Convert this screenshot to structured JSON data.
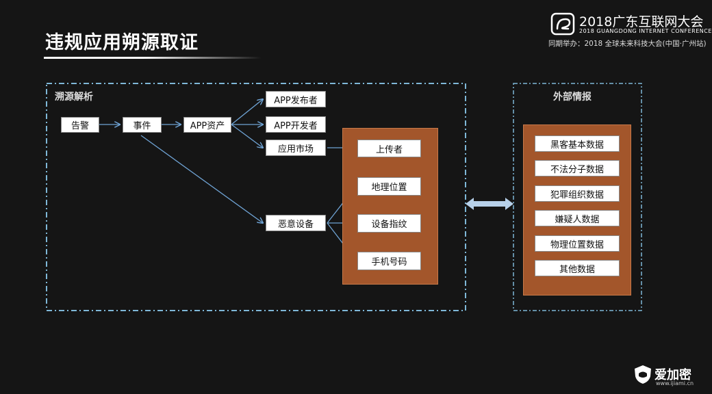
{
  "slide": {
    "title": "违规应用朔源取证"
  },
  "conference": {
    "name": "2018广东互联网大会",
    "name_en": "2018 GUANGDONG INTERNET CONFERENCE",
    "subtitle": "同期举办：2018 全球未来科技大会(中国·广州站)"
  },
  "trace": {
    "label": "溯源解析",
    "nodes": {
      "alert": "告警",
      "event": "事件",
      "asset": "APP资产",
      "publisher": "APP发布者",
      "developer": "APP开发者",
      "market": "应用市场",
      "device": "恶意设备"
    },
    "evidence": [
      "上传者",
      "地理位置",
      "设备指纹",
      "手机号码"
    ]
  },
  "intel": {
    "label": "外部情报",
    "items": [
      "黑客基本数据",
      "不法分子数据",
      "犯罪组织数据",
      "嫌疑人数据",
      "物理位置数据",
      "其他数据"
    ]
  },
  "brand": {
    "name": "爱加密",
    "url": "www.ijiami.cn"
  },
  "colors": {
    "background": "#151515",
    "dashed_border": "#7fb8d8",
    "arrow": "#6fa3d4",
    "panel": "#a3562b",
    "double_arrow": "#b7d1ea"
  }
}
